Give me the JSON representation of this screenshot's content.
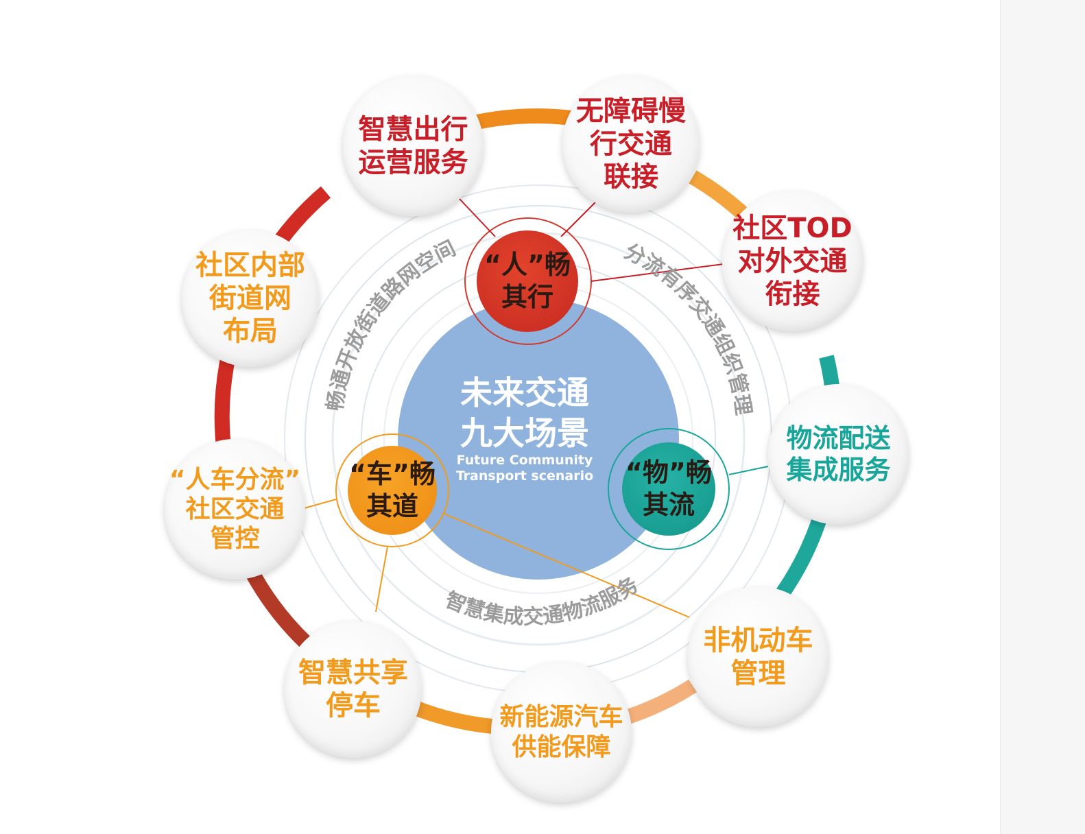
{
  "center": {
    "title": "未来交通\n九大场景",
    "subtitle": "Future Community\nTransport scenario"
  },
  "hubs": {
    "people": "“人”畅\n其行",
    "vehicle": "“车”畅\n其道",
    "goods": "“物”畅\n其流"
  },
  "arcs": {
    "left": "畅通开放街道路网空间",
    "right": "分流有序交通组织管理",
    "bottom": "智慧集成交通物流服务"
  },
  "scenarios": [
    {
      "id": "smart-travel",
      "label": "智慧出行\n运营服务",
      "group": "people"
    },
    {
      "id": "barrier-free",
      "label": "无障碍慢\n行交通\n联接",
      "group": "people"
    },
    {
      "id": "community-tod",
      "label": "社区TOD\n对外交通\n衔接",
      "group": "people"
    },
    {
      "id": "logistics",
      "label": "物流配送\n集成服务",
      "group": "goods"
    },
    {
      "id": "non-motor",
      "label": "非机动车\n管理",
      "group": "vehicle"
    },
    {
      "id": "new-energy",
      "label": "新能源汽车\n供能保障",
      "group": "vehicle"
    },
    {
      "id": "smart-parking",
      "label": "智慧共享\n停车",
      "group": "vehicle"
    },
    {
      "id": "separation",
      "label": "“人车分流”\n社区交通\n管控",
      "group": "vehicle"
    },
    {
      "id": "internal-network",
      "label": "社区内部\n街道网\n布局",
      "group": "vehicle"
    }
  ],
  "colors": {
    "people": "#c81e27",
    "vehicle": "#f29a1c",
    "goods": "#18a59a",
    "center": "#8fb3dc"
  }
}
